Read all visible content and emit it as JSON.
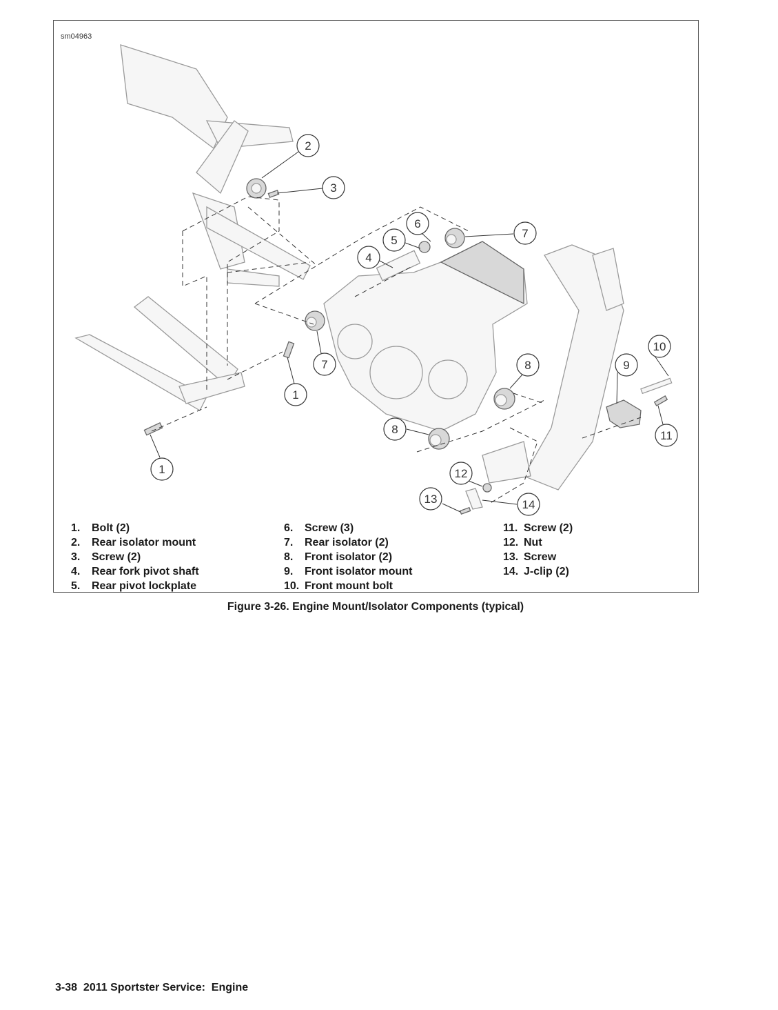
{
  "figure": {
    "id_label": "sm04963",
    "caption": "Figure 3-26. Engine Mount/Isolator Components (typical)",
    "callout_numbers": [
      "1",
      "1",
      "2",
      "3",
      "4",
      "5",
      "6",
      "7",
      "7",
      "8",
      "8",
      "9",
      "10",
      "11",
      "12",
      "13",
      "14"
    ]
  },
  "legend": {
    "column1": [
      {
        "num": "1.",
        "label": "Bolt (2)"
      },
      {
        "num": "2.",
        "label": "Rear isolator mount"
      },
      {
        "num": "3.",
        "label": "Screw (2)"
      },
      {
        "num": "4.",
        "label": "Rear fork pivot shaft"
      },
      {
        "num": "5.",
        "label": "Rear pivot lockplate"
      }
    ],
    "column2": [
      {
        "num": "6.",
        "label": "Screw (3)"
      },
      {
        "num": "7.",
        "label": "Rear isolator (2)"
      },
      {
        "num": "8.",
        "label": "Front isolator (2)"
      },
      {
        "num": "9.",
        "label": "Front isolator mount"
      },
      {
        "num": "10.",
        "label": "Front mount bolt"
      }
    ],
    "column3": [
      {
        "num": "11.",
        "label": "Screw (2)"
      },
      {
        "num": "12.",
        "label": "Nut"
      },
      {
        "num": "13.",
        "label": "Screw"
      },
      {
        "num": "14.",
        "label": "J-clip (2)"
      }
    ]
  },
  "footer": {
    "page": "3-38",
    "text": "2011 Sportster Service:  Engine"
  }
}
